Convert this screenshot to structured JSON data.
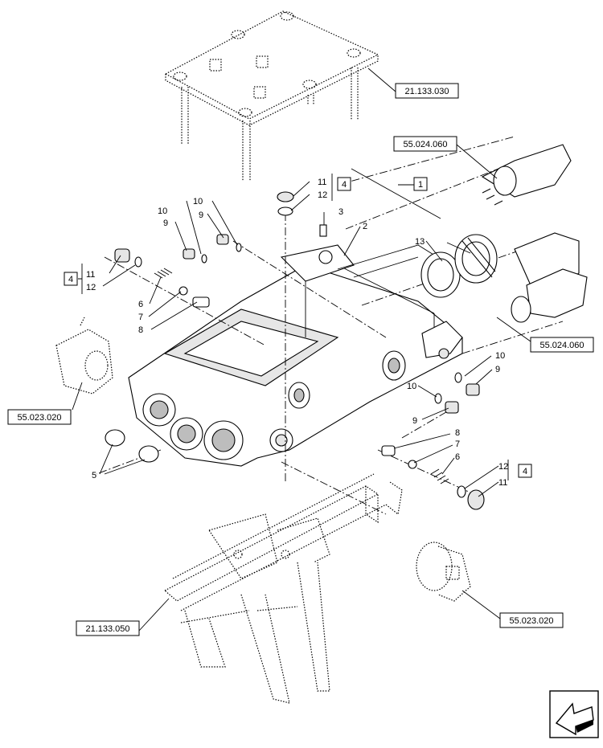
{
  "refs": {
    "r1": "21.133.030",
    "r2": "55.024.060",
    "r3": "55.024.060",
    "r4": "55.023.020",
    "r5": "55.023.020",
    "r6": "21.133.050"
  },
  "groups": {
    "g1": "1",
    "g4a": "4",
    "g4b": "4",
    "g4c": "4"
  },
  "callouts": {
    "c11a": "11",
    "c12a": "12",
    "c3": "3",
    "c2": "2",
    "c10a": "10",
    "c9a": "9",
    "c10b": "10",
    "c9b": "9",
    "c11b": "11",
    "c12b": "12",
    "c6a": "6",
    "c7a": "7",
    "c8a": "8",
    "c13": "13",
    "c5": "5",
    "c10c": "10",
    "c9c": "9",
    "c10d": "10",
    "c9d": "9",
    "c8b": "8",
    "c7b": "7",
    "c6b": "6",
    "c12c": "12",
    "c11c": "11"
  }
}
